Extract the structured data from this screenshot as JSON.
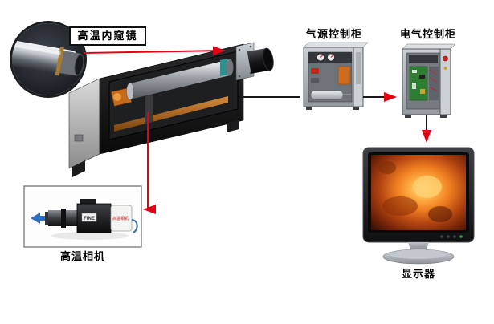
{
  "diagram": {
    "type": "equipment-connection-diagram",
    "background": "#ffffff",
    "labels": {
      "endoscope": "高温内窥镜",
      "gas_cabinet": "气源控制柜",
      "electric_cabinet": "电气控制柜",
      "camera": "高温相机",
      "monitor": "显示器"
    },
    "camera_unit": {
      "brand_text": "FINE",
      "body_text": "高温相机"
    },
    "colors": {
      "line_black": "#1a1a1a",
      "line_red": "#e60012",
      "machine_body": "#121315",
      "cabinet_body": "#c2c8cd",
      "pcb_green": "#2f7d32",
      "fire_bright": "#ffe09a",
      "fire_mid": "#ef7d20",
      "fire_dark": "#3c1003"
    }
  }
}
